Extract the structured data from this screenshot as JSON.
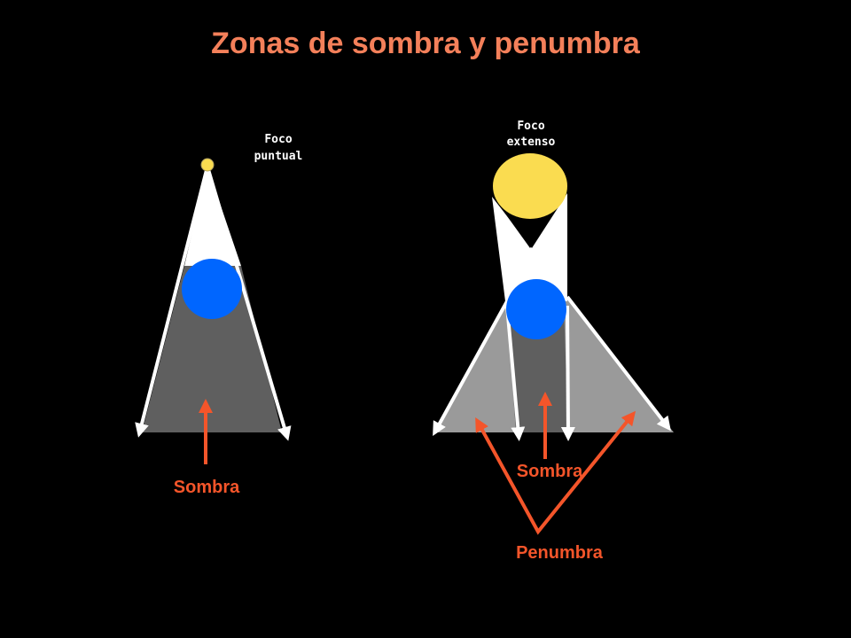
{
  "title": "Zonas de sombra y penumbra",
  "left_diagram": {
    "source_label_line1": "Foco",
    "source_label_line2": "puntual",
    "shadow_label": "Sombra"
  },
  "right_diagram": {
    "source_label_line1": "Foco",
    "source_label_line2": "extenso",
    "shadow_label": "Sombra",
    "penumbra_label": "Penumbra"
  },
  "colors": {
    "background": "#000000",
    "title": "#F4805A",
    "labels": "#F4552A",
    "light_source": "#FADC50",
    "object": "#0066FF",
    "umbra": "#5F5F5F",
    "penumbra": "#9A9A9A",
    "light_beam": "#FFFFFF"
  }
}
